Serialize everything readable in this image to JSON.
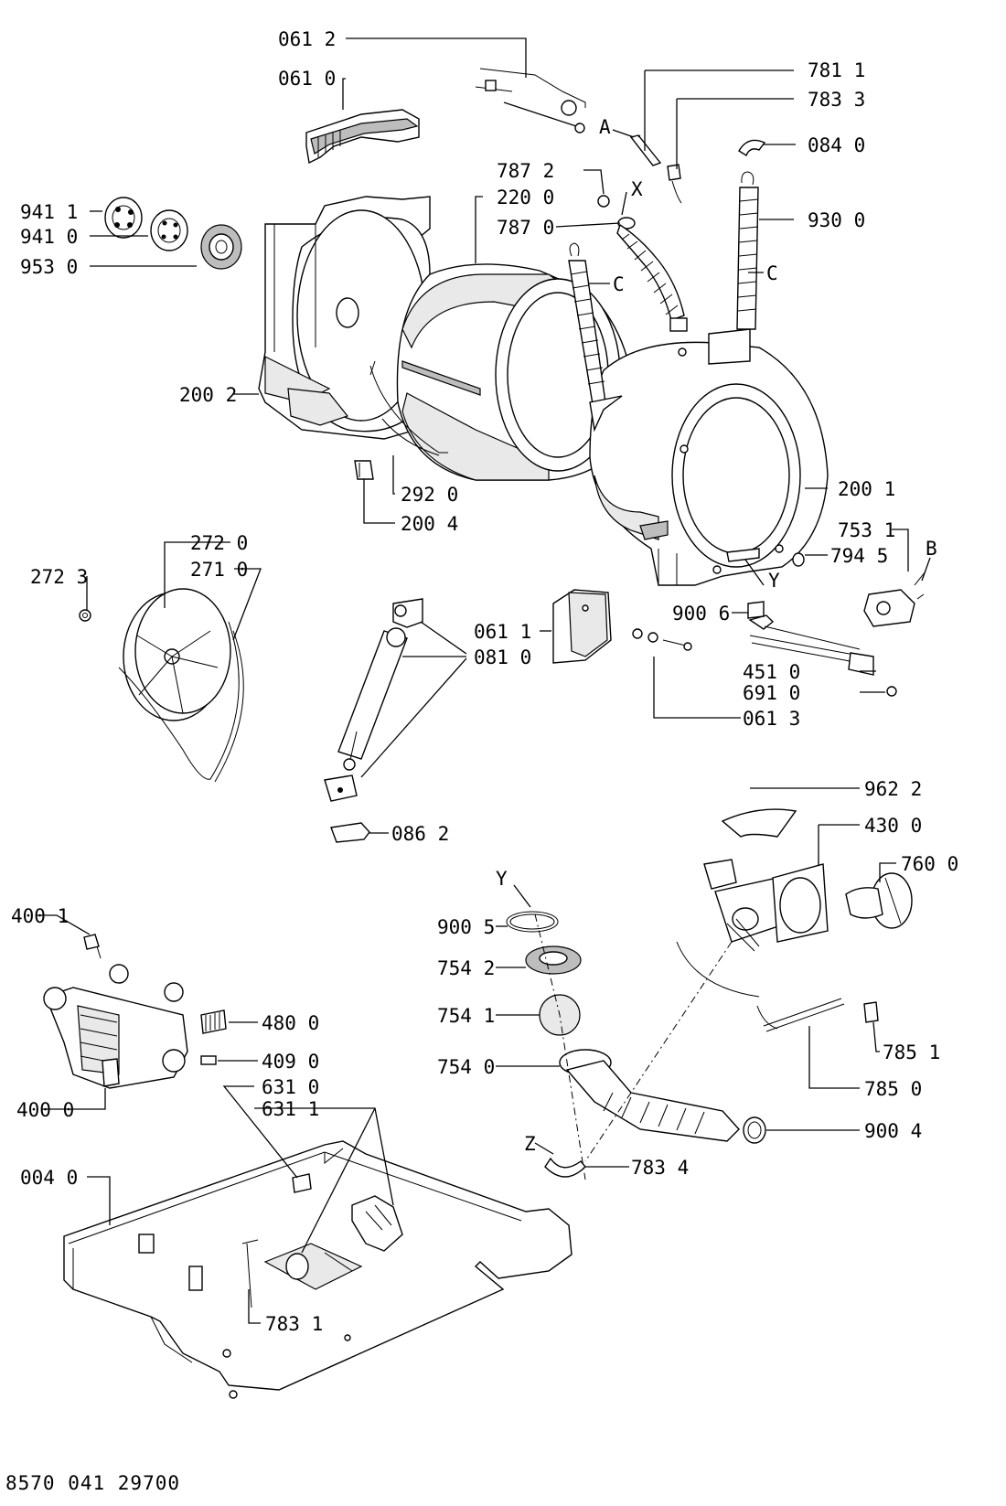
{
  "document_code": "8570 041 29700",
  "labels": {
    "l0612": "061 2",
    "l0610": "061 0",
    "l7811": "781 1",
    "l7833": "783 3",
    "lA": "A",
    "l0840": "084 0",
    "l7872": "787 2",
    "lX": "X",
    "l2200": "220 0",
    "l7870": "787 0",
    "l9300": "930 0",
    "l9411": "941 1",
    "l9410": "941 0",
    "l9530": "953 0",
    "lC1": "C",
    "lC2": "C",
    "l2002": "200 2",
    "l2001": "200 1",
    "l2920": "292 0",
    "l2004": "200 4",
    "l2720": "272 0",
    "l2710": "271 0",
    "l2723": "272 3",
    "l7531": "753 1",
    "lB": "B",
    "l7945": "794 5",
    "lY1": "Y",
    "l9006": "900 6",
    "l0611": "061 1",
    "l0810": "081 0",
    "l4510": "451 0",
    "l6910": "691 0",
    "l0613": "061 3",
    "l0862": "086 2",
    "l9622": "962 2",
    "l4300": "430 0",
    "l7600": "760 0",
    "lY2": "Y",
    "l9005": "900 5",
    "l7542": "754 2",
    "l7541": "754 1",
    "l7540": "754 0",
    "l4001": "400 1",
    "l4800": "480 0",
    "l4090": "409 0",
    "l4000": "400 0",
    "l6310": "631 0",
    "l6311": "631 1",
    "l7851": "785 1",
    "l7850": "785 0",
    "l9004": "900 4",
    "lZ": "Z",
    "l7834": "783 4",
    "l0040": "004 0",
    "l7831": "783 1"
  }
}
